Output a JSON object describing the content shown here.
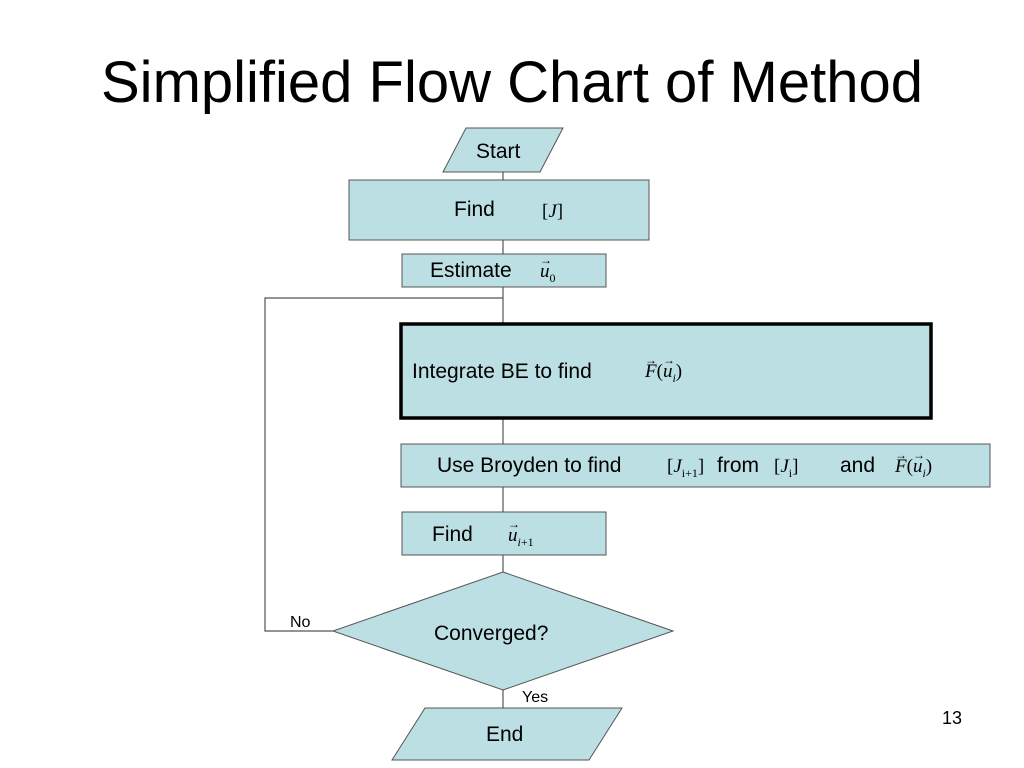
{
  "title": "Simplified Flow Chart of Method",
  "page_number": "13",
  "colors": {
    "box_fill": "#bcdfe3",
    "box_stroke": "#4a4a4a"
  },
  "nodes": {
    "start": "Start",
    "find_j_label": "Find",
    "find_j_math": "[J]",
    "estimate_label": "Estimate",
    "integrate_label": "Integrate BE to find",
    "broyden_label": "Use Broyden to find",
    "broyden_from": "from",
    "broyden_and": "and",
    "find_u_label": "Find",
    "converged": "Converged?",
    "end": "End"
  },
  "edges": {
    "no": "No",
    "yes": "Yes"
  }
}
